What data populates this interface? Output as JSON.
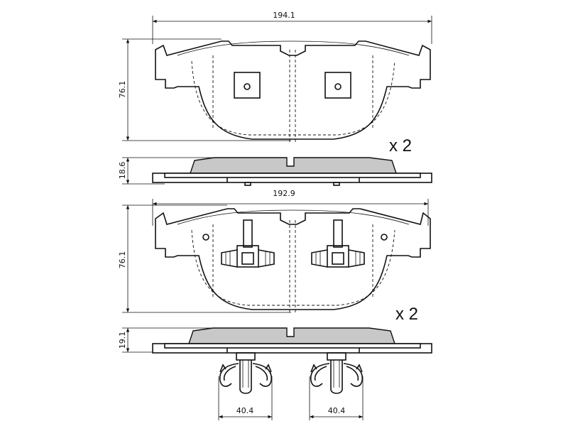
{
  "pad1": {
    "width_label": "194.1",
    "height_label": "76.1",
    "thickness_label": "18.6",
    "quantity_label": "x 2"
  },
  "pad2": {
    "width_label": "192.9",
    "height_label": "76.1",
    "thickness_label": "19.1",
    "quantity_label": "x 2"
  },
  "clips": {
    "left_width_label": "40.4",
    "right_width_label": "40.4"
  },
  "colors": {
    "line": "#111111",
    "friction_material": "#c8c8c8",
    "background": "#ffffff"
  }
}
